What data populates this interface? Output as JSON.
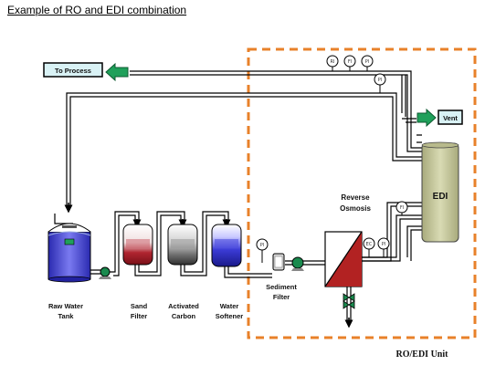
{
  "title": "Example of RO and EDI combination",
  "labels": {
    "to_process": "To Process",
    "vent": "Vent",
    "edi": "EDI",
    "reverse_osmosis_1": "Reverse",
    "reverse_osmosis_2": "Osmosis",
    "raw_water_1": "Raw Water",
    "raw_water_2": "Tank",
    "sand_1": "Sand",
    "sand_2": "Filter",
    "carbon_1": "Activated",
    "carbon_2": "Carbon",
    "softener_1": "Water",
    "softener_2": "Softener",
    "sediment_1": "Sediment",
    "sediment_2": "Filter",
    "ro_edi_unit": "RO/EDI Unit"
  },
  "gauges": {
    "ri": "RI",
    "fi_top": "FI",
    "pi_top": "PI",
    "pi_mid": "PI",
    "fi_edi": "FI",
    "pi_inlet": "PI",
    "ec": "EC",
    "pi_ro": "PI"
  },
  "colors": {
    "arrow_box_fill": "#d9f2f5",
    "arrow_fill": "#1fa05a",
    "dash_border": "#e8812a",
    "edi_fill": "#c9cba3",
    "tank_blue": "#3b3bd6",
    "sand_red": "#b02530",
    "carbon_gray": "#707070",
    "pump_green": "#1a8a4e",
    "ro_red": "#b22222"
  },
  "icons": [
    "arrow-left-icon",
    "arrow-right-icon",
    "pump-icon",
    "valve-icon",
    "gauge-icon"
  ]
}
